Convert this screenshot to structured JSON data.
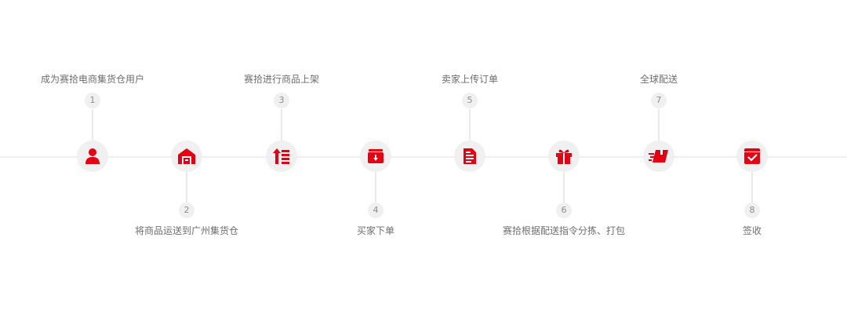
{
  "accent_color": "#e60012",
  "steps": [
    {
      "number": "1",
      "label": "成为赛拾电商集货仓用户",
      "icon": "user-icon"
    },
    {
      "number": "2",
      "label": "将商品运送到广州集货仓",
      "icon": "warehouse-icon"
    },
    {
      "number": "3",
      "label": "赛拾进行商品上架",
      "icon": "shelf-upload-icon"
    },
    {
      "number": "4",
      "label": "买家下单",
      "icon": "order-download-icon"
    },
    {
      "number": "5",
      "label": "卖家上传订单",
      "icon": "document-icon"
    },
    {
      "number": "6",
      "label": "赛拾根据配送指令分拣、打包",
      "icon": "gift-package-icon"
    },
    {
      "number": "7",
      "label": "全球配送",
      "icon": "fast-delivery-icon"
    },
    {
      "number": "8",
      "label": "签收",
      "icon": "checkbox-signed-icon"
    }
  ]
}
